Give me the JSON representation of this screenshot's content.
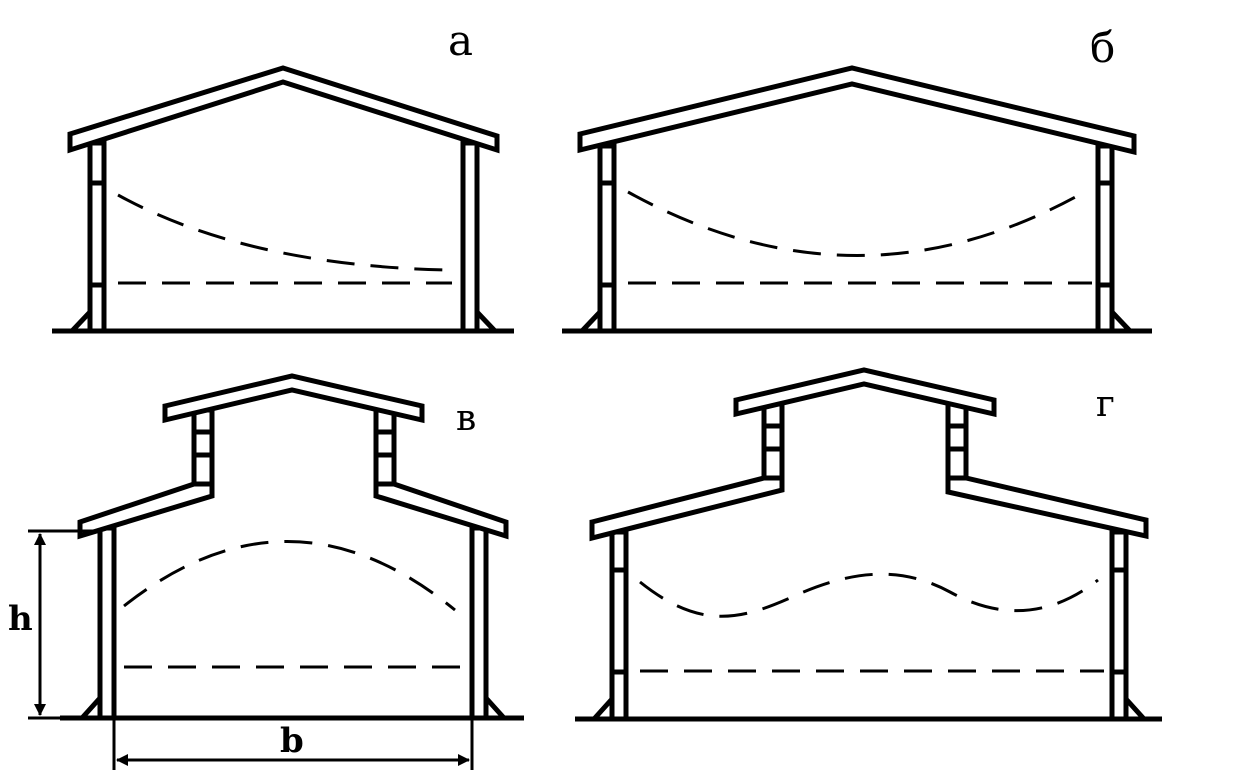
{
  "panels": {
    "a": {
      "label": "а"
    },
    "b": {
      "label": "б"
    },
    "v": {
      "label": "в"
    },
    "g": {
      "label": "г"
    }
  },
  "dimensions": {
    "height_label": "h",
    "width_label": "b"
  },
  "colors": {
    "line": "#000000",
    "background": "#ffffff"
  }
}
